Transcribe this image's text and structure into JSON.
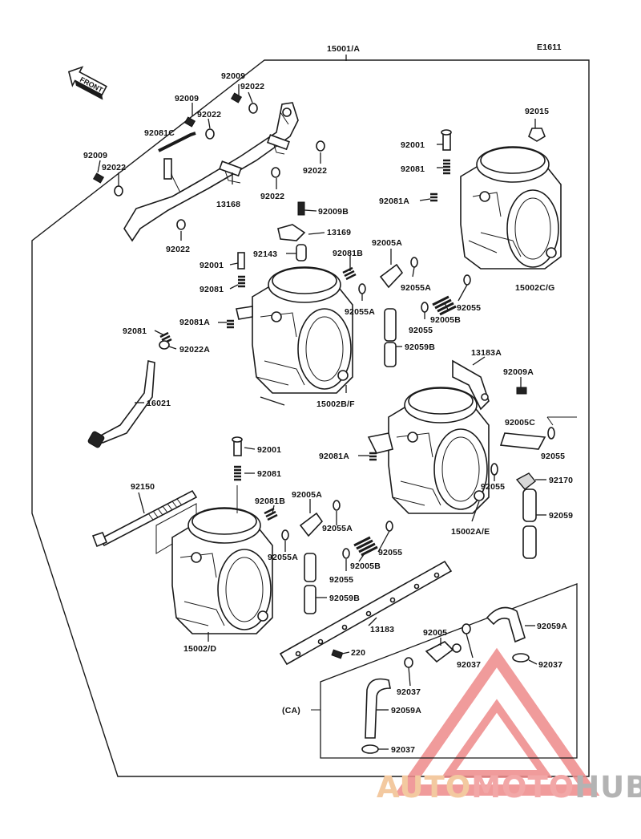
{
  "diagram": {
    "code": "E1611",
    "front_label": "FRONT",
    "assembly_label": "15001/A",
    "ca_label": "(CA)"
  },
  "parts": [
    {
      "id": "p1",
      "label": "92009"
    },
    {
      "id": "p2",
      "label": "92022"
    },
    {
      "id": "p3",
      "label": "92009"
    },
    {
      "id": "p4",
      "label": "92022"
    },
    {
      "id": "p5",
      "label": "92081C"
    },
    {
      "id": "p6",
      "label": "92009"
    },
    {
      "id": "p7",
      "label": "92022"
    },
    {
      "id": "p8",
      "label": "92022"
    },
    {
      "id": "p9",
      "label": "13168"
    },
    {
      "id": "p10",
      "label": "92022"
    },
    {
      "id": "p11",
      "label": "92022"
    },
    {
      "id": "p12",
      "label": "92015"
    },
    {
      "id": "p13",
      "label": "92001"
    },
    {
      "id": "p14",
      "label": "92081"
    },
    {
      "id": "p15",
      "label": "92081A"
    },
    {
      "id": "p16",
      "label": "92009B"
    },
    {
      "id": "p17",
      "label": "13169"
    },
    {
      "id": "p18",
      "label": "92005A"
    },
    {
      "id": "p19",
      "label": "92143"
    },
    {
      "id": "p20",
      "label": "92081B"
    },
    {
      "id": "p21",
      "label": "92001"
    },
    {
      "id": "p22",
      "label": "92055A"
    },
    {
      "id": "p23",
      "label": "15002C/G"
    },
    {
      "id": "p24",
      "label": "92081"
    },
    {
      "id": "p25",
      "label": "92055A"
    },
    {
      "id": "p26",
      "label": "92055"
    },
    {
      "id": "p27",
      "label": "92005B"
    },
    {
      "id": "p28",
      "label": "92055"
    },
    {
      "id": "p29",
      "label": "92081"
    },
    {
      "id": "p30",
      "label": "92081A"
    },
    {
      "id": "p31",
      "label": "92022A"
    },
    {
      "id": "p32",
      "label": "92059B"
    },
    {
      "id": "p33",
      "label": "13183A"
    },
    {
      "id": "p34",
      "label": "92009A"
    },
    {
      "id": "p35",
      "label": "16021"
    },
    {
      "id": "p36",
      "label": "15002B/F"
    },
    {
      "id": "p37",
      "label": "92005C"
    },
    {
      "id": "p38",
      "label": "92001"
    },
    {
      "id": "p39",
      "label": "92081A"
    },
    {
      "id": "p40",
      "label": "92055"
    },
    {
      "id": "p41",
      "label": "92081"
    },
    {
      "id": "p42",
      "label": "92170"
    },
    {
      "id": "p43",
      "label": "92150"
    },
    {
      "id": "p44",
      "label": "92055"
    },
    {
      "id": "p45",
      "label": "92005A"
    },
    {
      "id": "p46",
      "label": "92081B"
    },
    {
      "id": "p47",
      "label": "92059"
    },
    {
      "id": "p48",
      "label": "92055A"
    },
    {
      "id": "p49",
      "label": "15002A/E"
    },
    {
      "id": "p50",
      "label": "92055A"
    },
    {
      "id": "p51",
      "label": "92055"
    },
    {
      "id": "p52",
      "label": "92005B"
    },
    {
      "id": "p53",
      "label": "92055"
    },
    {
      "id": "p54",
      "label": "92059B"
    },
    {
      "id": "p55",
      "label": "13183"
    },
    {
      "id": "p56",
      "label": "92005"
    },
    {
      "id": "p57",
      "label": "92059A"
    },
    {
      "id": "p58",
      "label": "92037"
    },
    {
      "id": "p59",
      "label": "92037"
    },
    {
      "id": "p60",
      "label": "15002/D"
    },
    {
      "id": "p61",
      "label": "220"
    },
    {
      "id": "p62",
      "label": "92037"
    },
    {
      "id": "p63",
      "label": "92059A"
    },
    {
      "id": "p64",
      "label": "92037"
    }
  ],
  "watermark": {
    "part1": "AUTO",
    "part2": "MOTO",
    "part3": "HUB",
    "colors": {
      "auto": "#f3c9a0",
      "moto": "#f2a7a7",
      "hub": "#b3b3b3",
      "triangle": "#ee8a8a"
    }
  }
}
